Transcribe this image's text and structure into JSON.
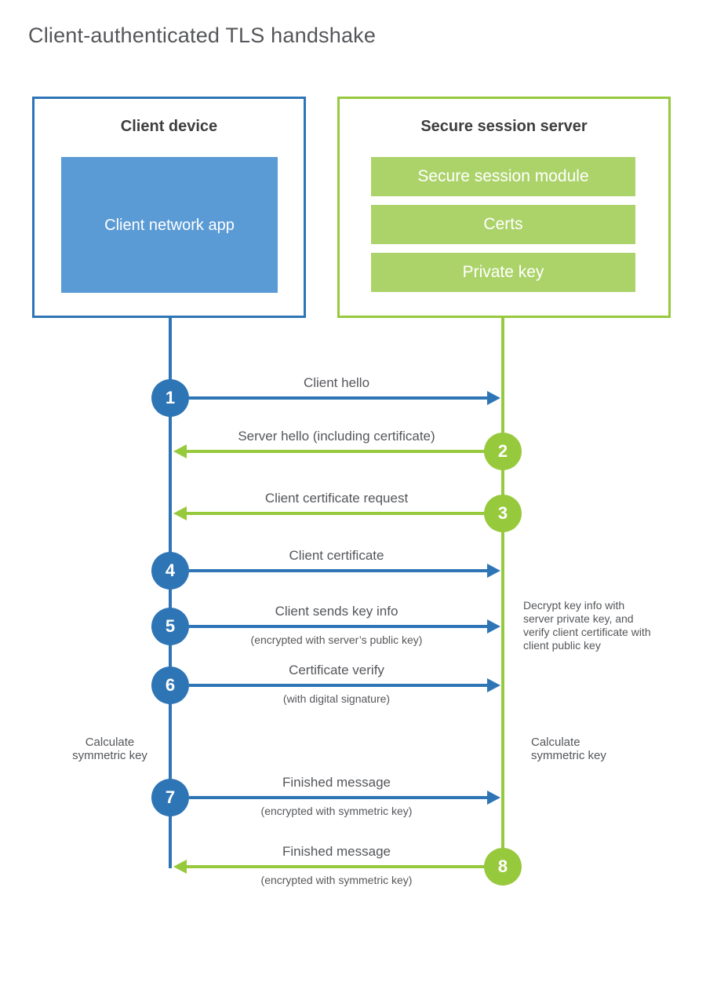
{
  "title": "Client-authenticated TLS handshake",
  "client_box": {
    "title": "Client device",
    "app": "Client network app"
  },
  "server_box": {
    "title": "Secure session server",
    "modules": [
      "Secure session module",
      "Certs",
      "Private key"
    ]
  },
  "steps": [
    {
      "num": "1",
      "from": "client",
      "direction": "right",
      "label": "Client hello",
      "sub": ""
    },
    {
      "num": "2",
      "from": "server",
      "direction": "left",
      "label": "Server hello (including certificate)",
      "sub": ""
    },
    {
      "num": "3",
      "from": "server",
      "direction": "left",
      "label": "Client certificate request",
      "sub": ""
    },
    {
      "num": "4",
      "from": "client",
      "direction": "right",
      "label": "Client certificate",
      "sub": ""
    },
    {
      "num": "5",
      "from": "client",
      "direction": "right",
      "label": "Client sends key info",
      "sub": "(encrypted with server’s public key)"
    },
    {
      "num": "6",
      "from": "client",
      "direction": "right",
      "label": "Certificate verify",
      "sub": "(with digital signature)"
    },
    {
      "num": "7",
      "from": "client",
      "direction": "right",
      "label": "Finished message",
      "sub": "(encrypted with symmetric key)"
    },
    {
      "num": "8",
      "from": "server",
      "direction": "left",
      "label": "Finished message",
      "sub": "(encrypted with symmetric key)"
    }
  ],
  "notes": {
    "decrypt": "Decrypt key info with server private key, and verify client certificate with client public key",
    "calc_left": "Calculate symmetric key",
    "calc_right": "Calculate symmetric key"
  },
  "colors": {
    "blue": "#2E75B6",
    "blue_fill": "#5B9BD5",
    "green": "#97C93D",
    "green_fill": "#ACD36A",
    "text": "#55565A",
    "heading": "#3E3E40"
  }
}
